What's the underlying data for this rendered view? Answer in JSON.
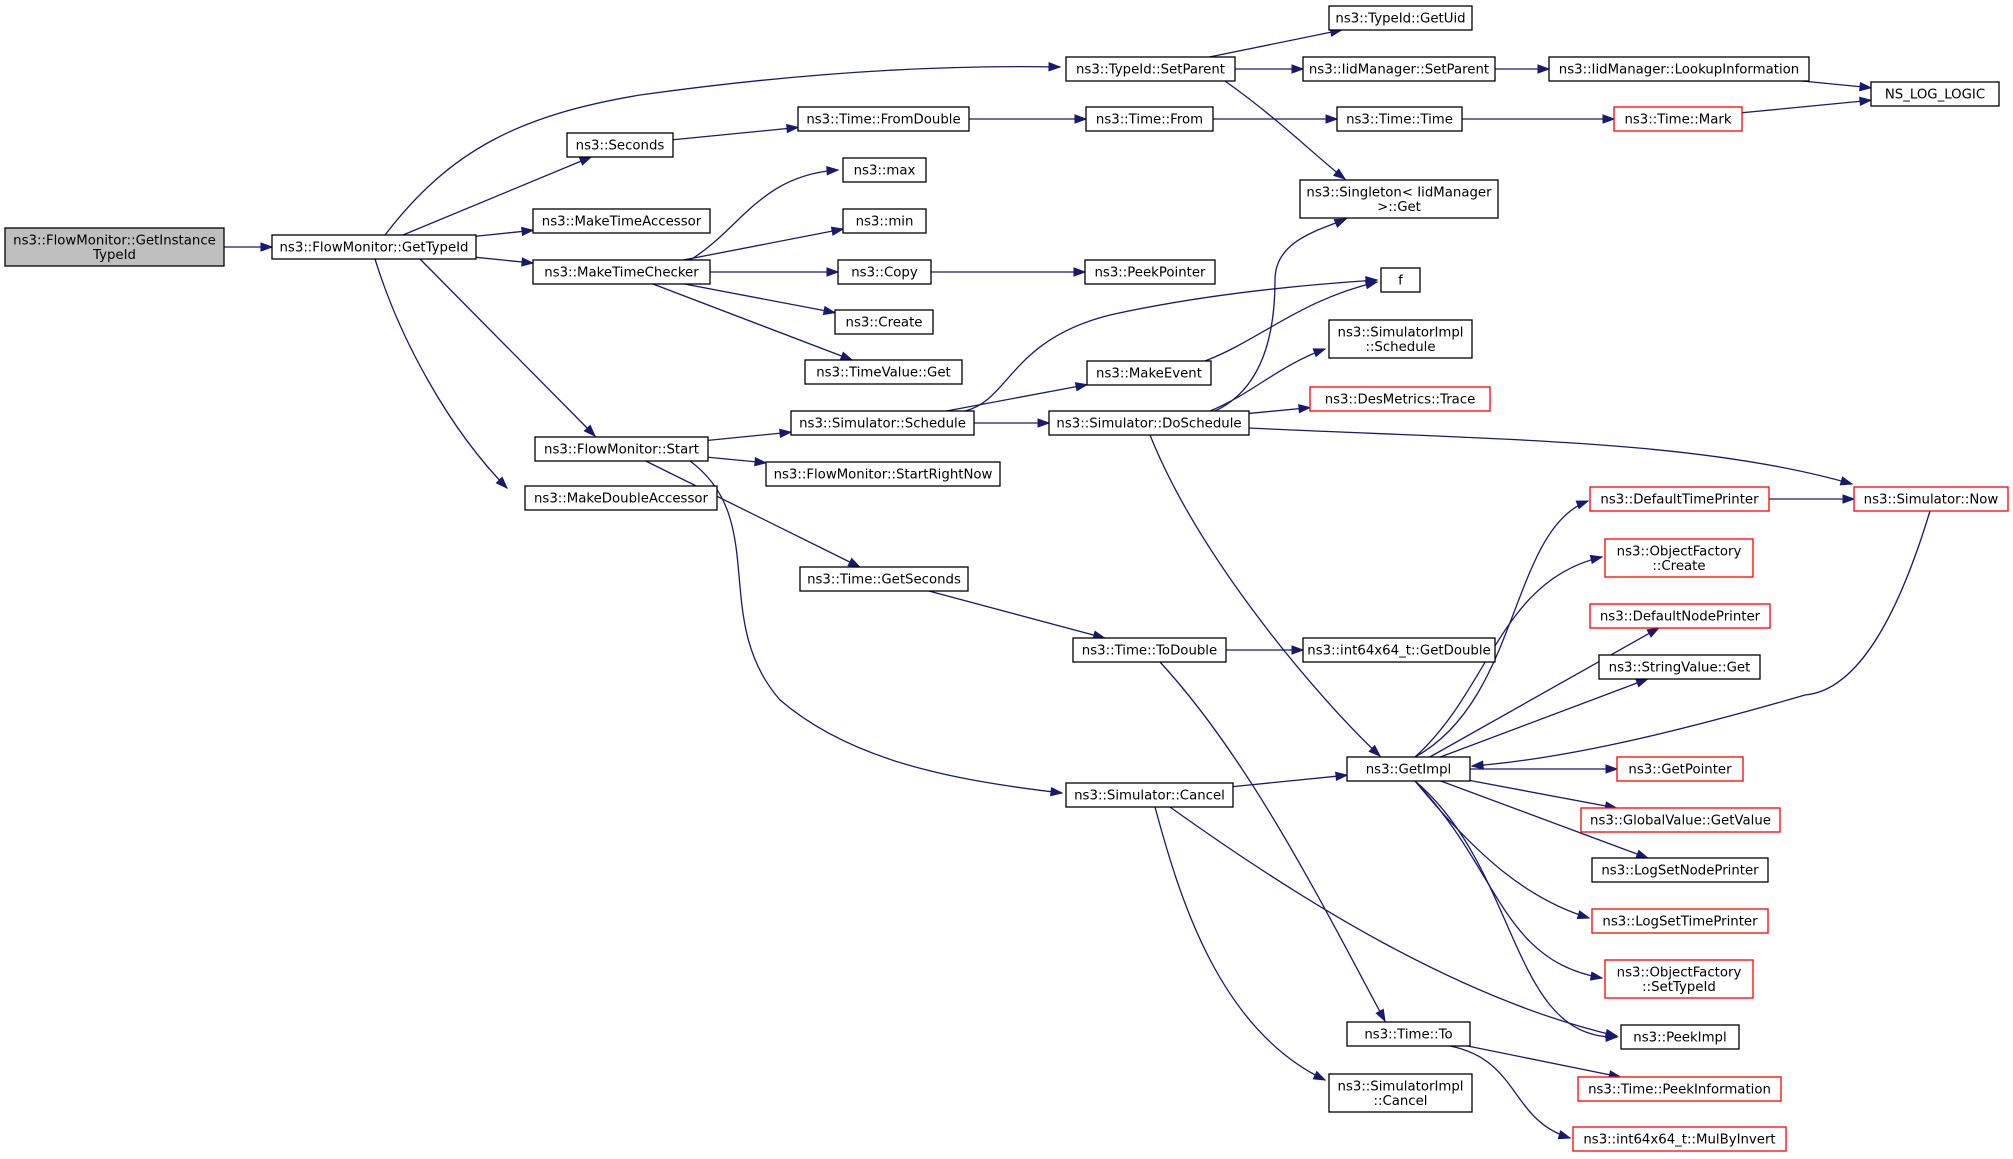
{
  "colors": {
    "edge": "#191970",
    "node_border": "#000000",
    "node_border_incomplete": "#ff0000",
    "root_fill": "#bfbfbf",
    "node_fill": "#ffffff"
  },
  "nodes": [
    {
      "id": "root",
      "lines": [
        "ns3::FlowMonitor::GetInstance",
        "TypeId"
      ],
      "style": "root"
    },
    {
      "id": "gettypeid",
      "lines": [
        "ns3::FlowMonitor::GetTypeId"
      ],
      "style": "normal"
    },
    {
      "id": "setparent",
      "lines": [
        "ns3::TypeId::SetParent"
      ],
      "style": "normal"
    },
    {
      "id": "getuid",
      "lines": [
        "ns3::TypeId::GetUid"
      ],
      "style": "normal"
    },
    {
      "id": "iidsetparent",
      "lines": [
        "ns3::IidManager::SetParent"
      ],
      "style": "normal"
    },
    {
      "id": "lookupinfo",
      "lines": [
        "ns3::IidManager::LookupInformation"
      ],
      "style": "normal"
    },
    {
      "id": "nslog",
      "lines": [
        "NS_LOG_LOGIC"
      ],
      "style": "normal"
    },
    {
      "id": "seconds",
      "lines": [
        "ns3::Seconds"
      ],
      "style": "normal"
    },
    {
      "id": "fromdouble",
      "lines": [
        "ns3::Time::FromDouble"
      ],
      "style": "normal"
    },
    {
      "id": "timefrom",
      "lines": [
        "ns3::Time::From"
      ],
      "style": "normal"
    },
    {
      "id": "timetime",
      "lines": [
        "ns3::Time::Time"
      ],
      "style": "normal"
    },
    {
      "id": "timemark",
      "lines": [
        "ns3::Time::Mark"
      ],
      "style": "red"
    },
    {
      "id": "makeaccessor",
      "lines": [
        "ns3::MakeTimeAccessor"
      ],
      "style": "normal"
    },
    {
      "id": "max",
      "lines": [
        "ns3::max"
      ],
      "style": "normal"
    },
    {
      "id": "min",
      "lines": [
        "ns3::min"
      ],
      "style": "normal"
    },
    {
      "id": "singleton",
      "lines": [
        "ns3::Singleton< IidManager",
        " >::Get"
      ],
      "style": "normal"
    },
    {
      "id": "makechecker",
      "lines": [
        "ns3::MakeTimeChecker"
      ],
      "style": "normal"
    },
    {
      "id": "copy",
      "lines": [
        "ns3::Copy"
      ],
      "style": "normal"
    },
    {
      "id": "peekpointer",
      "lines": [
        "ns3::PeekPointer"
      ],
      "style": "normal"
    },
    {
      "id": "f",
      "lines": [
        "f"
      ],
      "style": "normal"
    },
    {
      "id": "create",
      "lines": [
        "ns3::Create"
      ],
      "style": "normal"
    },
    {
      "id": "simimplschedule",
      "lines": [
        "ns3::SimulatorImpl",
        "::Schedule"
      ],
      "style": "normal"
    },
    {
      "id": "timevalueget",
      "lines": [
        "ns3::TimeValue::Get"
      ],
      "style": "normal"
    },
    {
      "id": "makeevent",
      "lines": [
        "ns3::MakeEvent"
      ],
      "style": "normal"
    },
    {
      "id": "desmetrics",
      "lines": [
        "ns3::DesMetrics::Trace"
      ],
      "style": "red"
    },
    {
      "id": "simschedule",
      "lines": [
        "ns3::Simulator::Schedule"
      ],
      "style": "normal"
    },
    {
      "id": "doschedule",
      "lines": [
        "ns3::Simulator::DoSchedule"
      ],
      "style": "normal"
    },
    {
      "id": "fmstart",
      "lines": [
        "ns3::FlowMonitor::Start"
      ],
      "style": "normal"
    },
    {
      "id": "startrightnow",
      "lines": [
        "ns3::FlowMonitor::StartRightNow"
      ],
      "style": "normal"
    },
    {
      "id": "makedouble",
      "lines": [
        "ns3::MakeDoubleAccessor"
      ],
      "style": "normal"
    },
    {
      "id": "defaulttime",
      "lines": [
        "ns3::DefaultTimePrinter"
      ],
      "style": "red"
    },
    {
      "id": "simnow",
      "lines": [
        "ns3::Simulator::Now"
      ],
      "style": "red"
    },
    {
      "id": "ofcreate",
      "lines": [
        "ns3::ObjectFactory",
        "::Create"
      ],
      "style": "red"
    },
    {
      "id": "getseconds",
      "lines": [
        "ns3::Time::GetSeconds"
      ],
      "style": "normal"
    },
    {
      "id": "defaultnode",
      "lines": [
        "ns3::DefaultNodePrinter"
      ],
      "style": "red"
    },
    {
      "id": "todouble",
      "lines": [
        "ns3::Time::ToDouble"
      ],
      "style": "normal"
    },
    {
      "id": "int64getdouble",
      "lines": [
        "ns3::int64x64_t::GetDouble"
      ],
      "style": "normal"
    },
    {
      "id": "stringvalueget",
      "lines": [
        "ns3::StringValue::Get"
      ],
      "style": "normal"
    },
    {
      "id": "getimpl",
      "lines": [
        "ns3::GetImpl"
      ],
      "style": "normal"
    },
    {
      "id": "getpointer",
      "lines": [
        "ns3::GetPointer"
      ],
      "style": "red"
    },
    {
      "id": "simcancel",
      "lines": [
        "ns3::Simulator::Cancel"
      ],
      "style": "normal"
    },
    {
      "id": "globalvalue",
      "lines": [
        "ns3::GlobalValue::GetValue"
      ],
      "style": "red"
    },
    {
      "id": "logsetnode",
      "lines": [
        "ns3::LogSetNodePrinter"
      ],
      "style": "normal"
    },
    {
      "id": "logsettime",
      "lines": [
        "ns3::LogSetTimePrinter"
      ],
      "style": "red"
    },
    {
      "id": "ofsettypeid",
      "lines": [
        "ns3::ObjectFactory",
        "::SetTypeId"
      ],
      "style": "red"
    },
    {
      "id": "timeto",
      "lines": [
        "ns3::Time::To"
      ],
      "style": "normal"
    },
    {
      "id": "peekimpl",
      "lines": [
        "ns3::PeekImpl"
      ],
      "style": "normal"
    },
    {
      "id": "peekinfo",
      "lines": [
        "ns3::Time::PeekInformation"
      ],
      "style": "red"
    },
    {
      "id": "simimplcancel",
      "lines": [
        "ns3::SimulatorImpl",
        "::Cancel"
      ],
      "style": "normal"
    },
    {
      "id": "mulbyinvert",
      "lines": [
        "ns3::int64x64_t::MulByInvert"
      ],
      "style": "red"
    }
  ],
  "edges": [
    [
      "root",
      "gettypeid"
    ],
    [
      "gettypeid",
      "setparent"
    ],
    [
      "gettypeid",
      "seconds"
    ],
    [
      "gettypeid",
      "makeaccessor"
    ],
    [
      "gettypeid",
      "makechecker"
    ],
    [
      "gettypeid",
      "fmstart"
    ],
    [
      "gettypeid",
      "makedouble"
    ],
    [
      "setparent",
      "getuid"
    ],
    [
      "setparent",
      "iidsetparent"
    ],
    [
      "setparent",
      "singleton"
    ],
    [
      "iidsetparent",
      "lookupinfo"
    ],
    [
      "lookupinfo",
      "nslog"
    ],
    [
      "seconds",
      "fromdouble"
    ],
    [
      "fromdouble",
      "timefrom"
    ],
    [
      "timefrom",
      "timetime"
    ],
    [
      "timetime",
      "timemark"
    ],
    [
      "timemark",
      "nslog"
    ],
    [
      "makechecker",
      "max"
    ],
    [
      "makechecker",
      "min"
    ],
    [
      "makechecker",
      "copy"
    ],
    [
      "makechecker",
      "create"
    ],
    [
      "makechecker",
      "timevalueget"
    ],
    [
      "copy",
      "peekpointer"
    ],
    [
      "fmstart",
      "simschedule"
    ],
    [
      "fmstart",
      "startrightnow"
    ],
    [
      "fmstart",
      "getseconds"
    ],
    [
      "fmstart",
      "simcancel"
    ],
    [
      "simschedule",
      "f"
    ],
    [
      "simschedule",
      "makeevent"
    ],
    [
      "simschedule",
      "doschedule"
    ],
    [
      "makeevent",
      "f"
    ],
    [
      "doschedule",
      "singleton"
    ],
    [
      "doschedule",
      "simimplschedule"
    ],
    [
      "doschedule",
      "desmetrics"
    ],
    [
      "doschedule",
      "simnow"
    ],
    [
      "doschedule",
      "getimpl"
    ],
    [
      "defaulttime",
      "simnow"
    ],
    [
      "simnow",
      "getimpl"
    ],
    [
      "getseconds",
      "todouble"
    ],
    [
      "todouble",
      "int64getdouble"
    ],
    [
      "todouble",
      "timeto"
    ],
    [
      "simcancel",
      "getimpl"
    ],
    [
      "simcancel",
      "peekimpl"
    ],
    [
      "simcancel",
      "simimplcancel"
    ],
    [
      "getimpl",
      "defaulttime"
    ],
    [
      "getimpl",
      "ofcreate"
    ],
    [
      "getimpl",
      "defaultnode"
    ],
    [
      "getimpl",
      "stringvalueget"
    ],
    [
      "getimpl",
      "getpointer"
    ],
    [
      "getimpl",
      "globalvalue"
    ],
    [
      "getimpl",
      "logsetnode"
    ],
    [
      "getimpl",
      "logsettime"
    ],
    [
      "getimpl",
      "ofsettypeid"
    ],
    [
      "getimpl",
      "peekimpl"
    ],
    [
      "timeto",
      "peekinfo"
    ],
    [
      "timeto",
      "mulbyinvert"
    ]
  ]
}
